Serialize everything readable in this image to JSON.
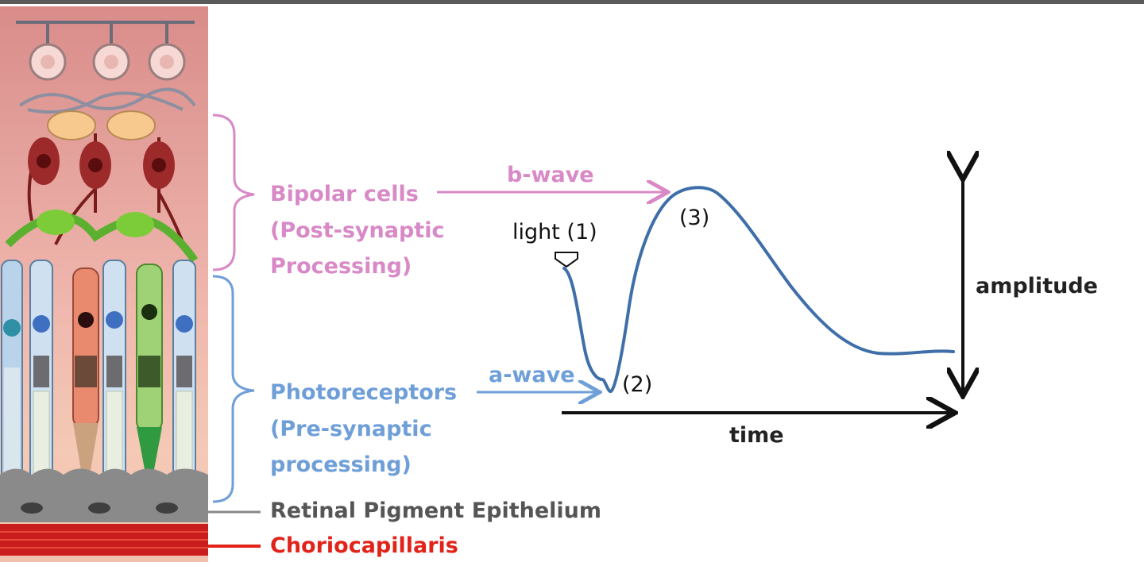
{
  "layers": {
    "bipolar": {
      "line1": "Bipolar cells",
      "line2": "(Post-synaptic",
      "line3": "Processing)",
      "color": "#d889c6"
    },
    "photoreceptors": {
      "line1": "Photoreceptors",
      "line2": "(Pre-synaptic",
      "line3": "processing)",
      "color": "#6f9fd8"
    },
    "rpe": {
      "label": "Retinal Pigment Epithelium",
      "color": "#555555"
    },
    "choriocapillaris": {
      "label": "Choriocapillaris",
      "color": "#e2231a"
    }
  },
  "waves": {
    "b_wave": "b-wave",
    "a_wave": "a-wave"
  },
  "annotations": {
    "light": "light (1)",
    "trough": "(2)",
    "peak": "(3)"
  },
  "axes": {
    "x": "time",
    "y": "amplitude"
  },
  "colors": {
    "trace": "#3f6fa8",
    "axis": "#111111",
    "retina_background": "#e8a9a4"
  }
}
